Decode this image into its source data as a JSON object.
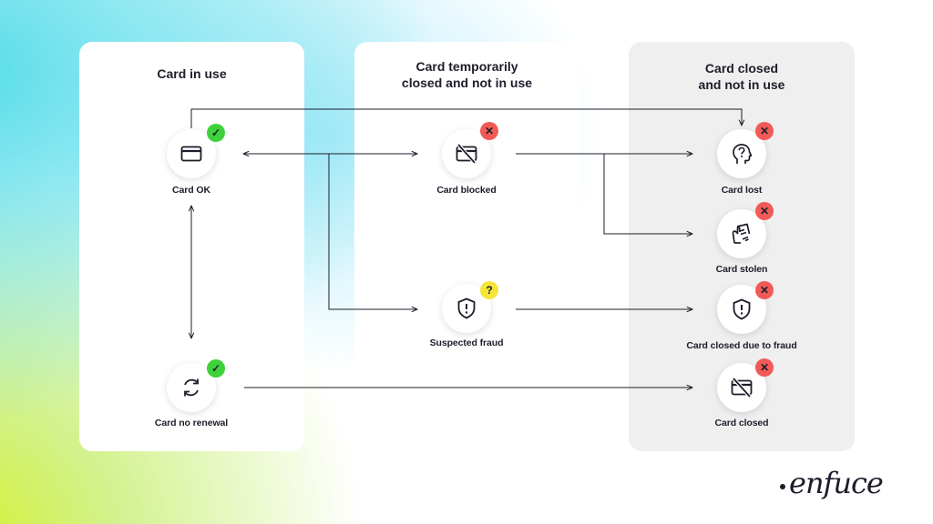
{
  "columns": [
    {
      "title_lines": [
        "Card in use"
      ]
    },
    {
      "title_lines": [
        "Card temporarily",
        "closed and not in use"
      ]
    },
    {
      "title_lines": [
        "Card closed",
        "and not in use"
      ]
    }
  ],
  "nodes": {
    "card_ok": {
      "label": "Card OK",
      "icon": "credit-card-icon",
      "status": "ok",
      "badge": "✓"
    },
    "card_no_renewal": {
      "label": "Card no renewal",
      "icon": "renew-cycle-icon",
      "status": "ok",
      "badge": "✓"
    },
    "card_blocked": {
      "label": "Card blocked",
      "icon": "card-crossed-icon",
      "status": "closed",
      "badge": "✕"
    },
    "suspected_fraud": {
      "label": "Suspected fraud",
      "icon": "shield-alert-icon",
      "status": "unknown",
      "badge": "?"
    },
    "card_lost": {
      "label": "Card lost",
      "icon": "question-head-icon",
      "status": "closed",
      "badge": "✕"
    },
    "card_stolen": {
      "label": "Card stolen",
      "icon": "stolen-card-hand-icon",
      "status": "closed",
      "badge": "✕"
    },
    "card_closed_fraud": {
      "label": "Card closed due to fraud",
      "icon": "shield-alert-icon",
      "status": "closed",
      "badge": "✕"
    },
    "card_closed": {
      "label": "Card closed",
      "icon": "card-crossed-icon",
      "status": "closed",
      "badge": "✕"
    }
  },
  "edges": [
    {
      "from": "Card OK",
      "to": "Card blocked",
      "direction": "both"
    },
    {
      "from": "Card OK",
      "to": "Suspected fraud",
      "direction": "forward"
    },
    {
      "from": "Card OK",
      "to": "Card no renewal",
      "direction": "both"
    },
    {
      "from": "Card OK",
      "to": "Card lost",
      "direction": "forward"
    },
    {
      "from": "Card blocked",
      "to": "Card lost",
      "direction": "forward"
    },
    {
      "from": "Card blocked",
      "to": "Card stolen",
      "direction": "forward"
    },
    {
      "from": "Suspected fraud",
      "to": "Card closed due to fraud",
      "direction": "forward"
    },
    {
      "from": "Card no renewal",
      "to": "Card closed",
      "direction": "forward"
    }
  ],
  "colors": {
    "ok": "#3fd13b",
    "closed": "#f25a57",
    "unknown": "#f5e53b",
    "ink": "#1d1d2b",
    "closed_panel": "#efefef"
  },
  "brand": {
    "logo_text": "enfuce"
  }
}
